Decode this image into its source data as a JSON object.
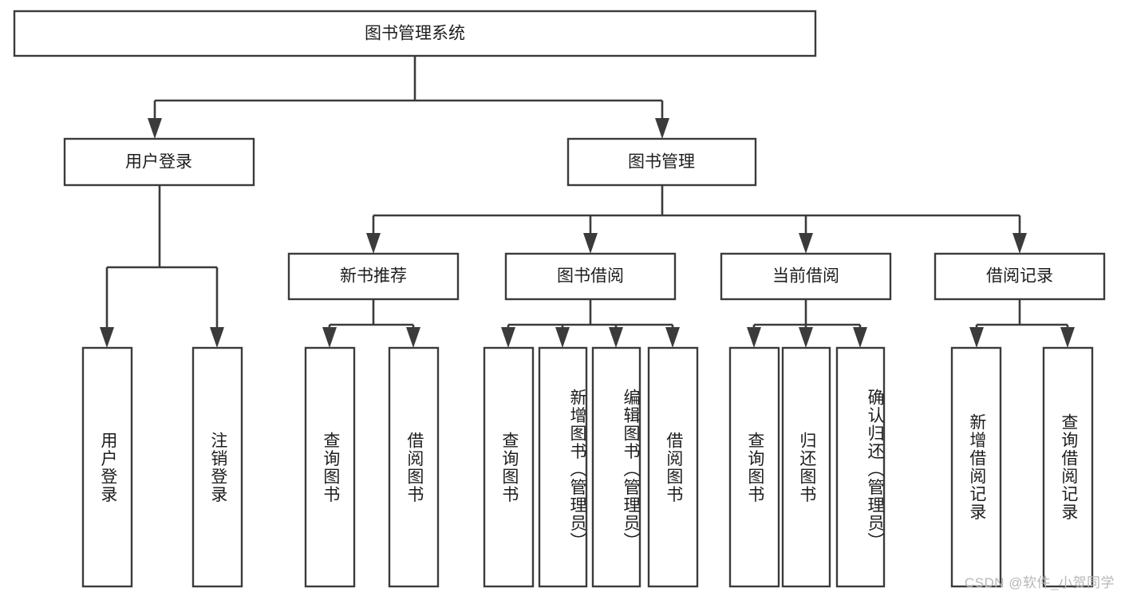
{
  "diagram": {
    "type": "hierarchy-tree",
    "title": "图书管理系统",
    "orientation": "top-down",
    "watermark": "CSDN @软件_小贺同学",
    "levels": [
      {
        "level": 1,
        "nodes": [
          {
            "id": "root",
            "label": "图书管理系统",
            "text_direction": "horizontal"
          }
        ]
      },
      {
        "level": 2,
        "nodes": [
          {
            "id": "user-login",
            "label": "用户登录",
            "text_direction": "horizontal",
            "parent": "root"
          },
          {
            "id": "book-admin",
            "label": "图书管理",
            "text_direction": "horizontal",
            "parent": "root"
          }
        ]
      },
      {
        "level": 3,
        "nodes": [
          {
            "id": "new-book-rec",
            "label": "新书推荐",
            "text_direction": "horizontal",
            "parent": "book-admin"
          },
          {
            "id": "book-borrow",
            "label": "图书借阅",
            "text_direction": "horizontal",
            "parent": "book-admin"
          },
          {
            "id": "current-borrow",
            "label": "当前借阅",
            "text_direction": "horizontal",
            "parent": "book-admin"
          },
          {
            "id": "borrow-record",
            "label": "借阅记录",
            "text_direction": "horizontal",
            "parent": "book-admin"
          }
        ]
      },
      {
        "level": 4,
        "nodes": [
          {
            "id": "leaf-user-login",
            "label": "用户登录",
            "text_direction": "vertical",
            "parent": "user-login"
          },
          {
            "id": "leaf-user-logout",
            "label": "注销登录",
            "text_direction": "vertical",
            "parent": "user-login"
          },
          {
            "id": "leaf-query-book-1",
            "label": "查询图书",
            "text_direction": "vertical",
            "parent": "new-book-rec"
          },
          {
            "id": "leaf-borrow-book-1",
            "label": "借阅图书",
            "text_direction": "vertical",
            "parent": "new-book-rec"
          },
          {
            "id": "leaf-query-book-2",
            "label": "查询图书",
            "text_direction": "vertical",
            "parent": "book-borrow"
          },
          {
            "id": "leaf-add-book",
            "label": "新增图书（管理员）",
            "text_direction": "vertical",
            "parent": "book-borrow"
          },
          {
            "id": "leaf-edit-book",
            "label": "编辑图书（管理员）",
            "text_direction": "vertical",
            "parent": "book-borrow"
          },
          {
            "id": "leaf-borrow-book-2",
            "label": "借阅图书",
            "text_direction": "vertical",
            "parent": "book-borrow"
          },
          {
            "id": "leaf-query-book-3",
            "label": "查询图书",
            "text_direction": "vertical",
            "parent": "current-borrow"
          },
          {
            "id": "leaf-return-book",
            "label": "归还图书",
            "text_direction": "vertical",
            "parent": "current-borrow"
          },
          {
            "id": "leaf-confirm-return",
            "label": "确认归还（管理员）",
            "text_direction": "vertical",
            "parent": "current-borrow"
          },
          {
            "id": "leaf-add-record",
            "label": "新增借阅记录",
            "text_direction": "vertical",
            "parent": "borrow-record"
          },
          {
            "id": "leaf-query-record",
            "label": "查询借阅记录",
            "text_direction": "vertical",
            "parent": "borrow-record"
          }
        ]
      }
    ],
    "colors": {
      "box_stroke": "#3b3b3b",
      "box_fill": "#ffffff",
      "line": "#3b3b3b",
      "text": "#1d1d1d",
      "watermark": "#b7b7b7",
      "background": "#ffffff"
    }
  }
}
